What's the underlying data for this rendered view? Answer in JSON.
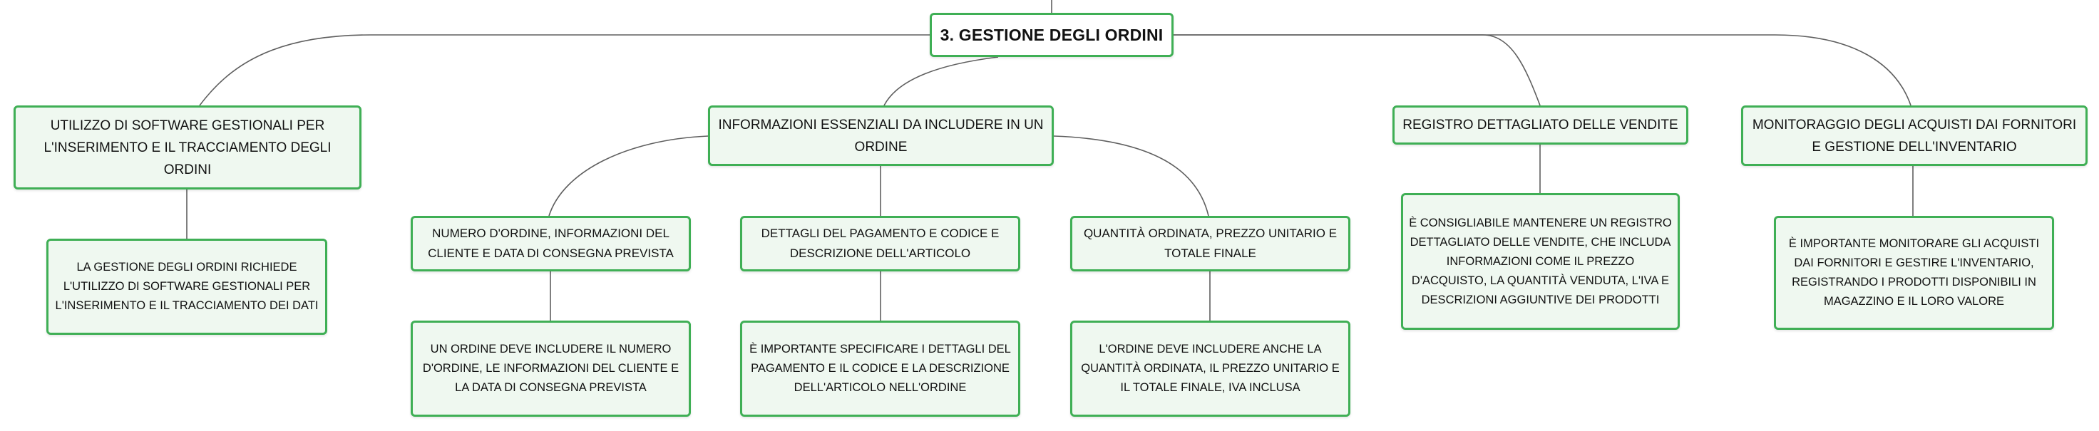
{
  "colors": {
    "node_border": "#3faf55",
    "node_fill": "#eff8f0",
    "connector": "#5f5f5f"
  },
  "mindmap": {
    "root": "3. GESTIONE DEGLI ORDINI",
    "branches": [
      {
        "title": "UTILIZZO DI SOFTWARE GESTIONALI PER L'INSERIMENTO E IL TRACCIAMENTO DEGLI ORDINI",
        "detail": "LA GESTIONE DEGLI ORDINI RICHIEDE L'UTILIZZO DI SOFTWARE GESTIONALI PER L'INSERIMENTO E IL TRACCIAMENTO DEI DATI"
      },
      {
        "title": "INFORMAZIONI ESSENZIALI DA INCLUDERE IN UN ORDINE",
        "children": [
          {
            "title": "NUMERO D'ORDINE, INFORMAZIONI DEL CLIENTE E DATA DI CONSEGNA PREVISTA",
            "detail": "UN ORDINE DEVE INCLUDERE IL NUMERO D'ORDINE, LE INFORMAZIONI DEL CLIENTE E LA DATA DI CONSEGNA PREVISTA"
          },
          {
            "title": "DETTAGLI DEL PAGAMENTO E CODICE E DESCRIZIONE DELL'ARTICOLO",
            "detail": "È IMPORTANTE SPECIFICARE I DETTAGLI DEL PAGAMENTO E IL CODICE E LA DESCRIZIONE DELL'ARTICOLO NELL'ORDINE"
          },
          {
            "title": "QUANTITÀ ORDINATA, PREZZO UNITARIO E TOTALE FINALE",
            "detail": "L'ORDINE DEVE INCLUDERE ANCHE LA QUANTITÀ ORDINATA, IL PREZZO UNITARIO E IL TOTALE FINALE, IVA INCLUSA"
          }
        ]
      },
      {
        "title": "REGISTRO DETTAGLIATO DELLE VENDITE",
        "detail": "È CONSIGLIABILE MANTENERE UN REGISTRO DETTAGLIATO DELLE VENDITE, CHE INCLUDA INFORMAZIONI COME IL PREZZO D'ACQUISTO, LA QUANTITÀ VENDUTA, L'IVA E DESCRIZIONI AGGIUNTIVE DEI PRODOTTI"
      },
      {
        "title": "MONITORAGGIO DEGLI ACQUISTI DAI FORNITORI E GESTIONE DELL'INVENTARIO",
        "detail": "È IMPORTANTE MONITORARE GLI ACQUISTI DAI FORNITORI E GESTIRE L'INVENTARIO, REGISTRANDO I PRODOTTI DISPONIBILI IN MAGAZZINO E IL LORO VALORE"
      }
    ]
  }
}
